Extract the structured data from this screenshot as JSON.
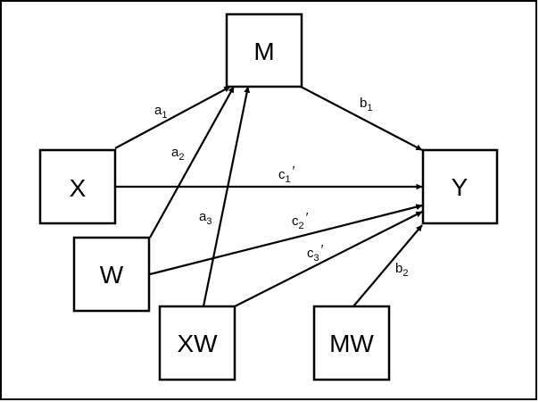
{
  "nodes": {
    "m": "M",
    "x": "X",
    "w": "W",
    "xw": "XW",
    "mw": "MW",
    "y": "Y"
  },
  "paths": {
    "a1": {
      "letter": "a",
      "sub": "1",
      "prime": ""
    },
    "a2": {
      "letter": "a",
      "sub": "2",
      "prime": ""
    },
    "a3": {
      "letter": "a",
      "sub": "3",
      "prime": ""
    },
    "b1": {
      "letter": "b",
      "sub": "1",
      "prime": ""
    },
    "b2": {
      "letter": "b",
      "sub": "2",
      "prime": ""
    },
    "c1": {
      "letter": "c",
      "sub": "1",
      "prime": "′"
    },
    "c2": {
      "letter": "c",
      "sub": "2",
      "prime": "′"
    },
    "c3": {
      "letter": "c",
      "sub": "3",
      "prime": "′"
    }
  },
  "colors": {
    "stroke": "#000000",
    "background": "#ffffff"
  }
}
